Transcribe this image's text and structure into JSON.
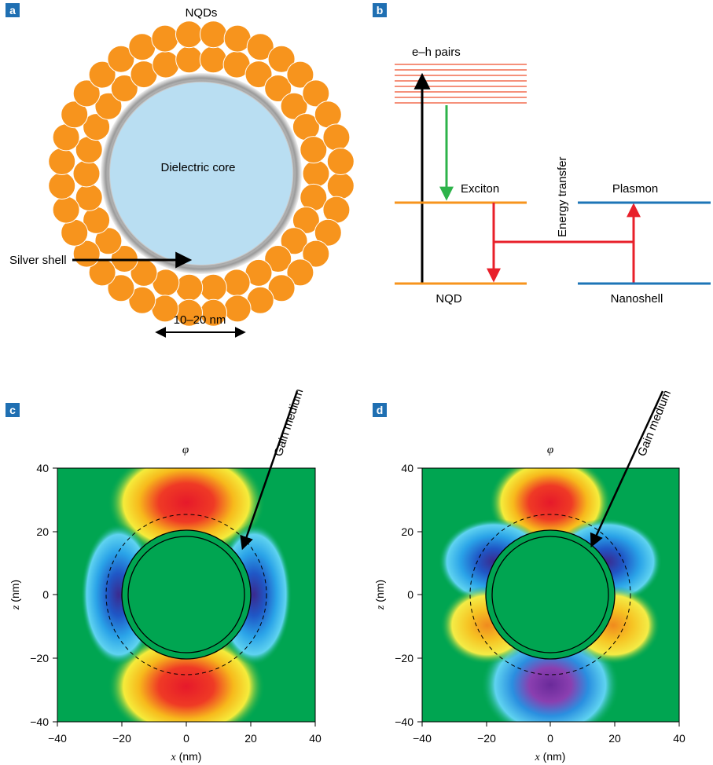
{
  "colors": {
    "badge": "#1f6fb2",
    "qd": "#f7941d",
    "core": "#b9def2",
    "shell": "#c8c8c8",
    "nqd_level": "#f7941d",
    "nanoshell_level": "#1d75b7",
    "red_arrow": "#e8202a",
    "green_arrow": "#2db34a",
    "field_bg": "#00a551"
  },
  "panel_a": {
    "badge": "a",
    "nqds_label": "NQDs",
    "core_label": "Dielectric core",
    "shell_label": "Silver shell",
    "size_label": "10–20 nm"
  },
  "panel_b": {
    "badge": "b",
    "eh_label": "e–h pairs",
    "exciton_label": "Exciton",
    "transfer_label": "Energy transfer",
    "plasmon_label": "Plasmon",
    "nqd_label": "NQD",
    "nanoshell_label": "Nanoshell"
  },
  "panel_c": {
    "badge": "c",
    "phi": "φ",
    "gain_label": "Gain medium",
    "xlabel_var": "x",
    "xlabel_unit": " (nm)",
    "ylabel_var": "z",
    "ylabel_unit": " (nm)",
    "xticks": [
      "−40",
      "−20",
      "0",
      "20",
      "40"
    ],
    "yticks": [
      "40",
      "20",
      "0",
      "−20",
      "−40"
    ]
  },
  "panel_d": {
    "badge": "d",
    "phi": "φ",
    "gain_label": "Gain medium",
    "xlabel_var": "x",
    "xlabel_unit": " (nm)",
    "ylabel_var": "z",
    "ylabel_unit": " (nm)",
    "xticks": [
      "−40",
      "−20",
      "0",
      "20",
      "40"
    ],
    "yticks": [
      "40",
      "20",
      "0",
      "−20",
      "−40"
    ]
  }
}
